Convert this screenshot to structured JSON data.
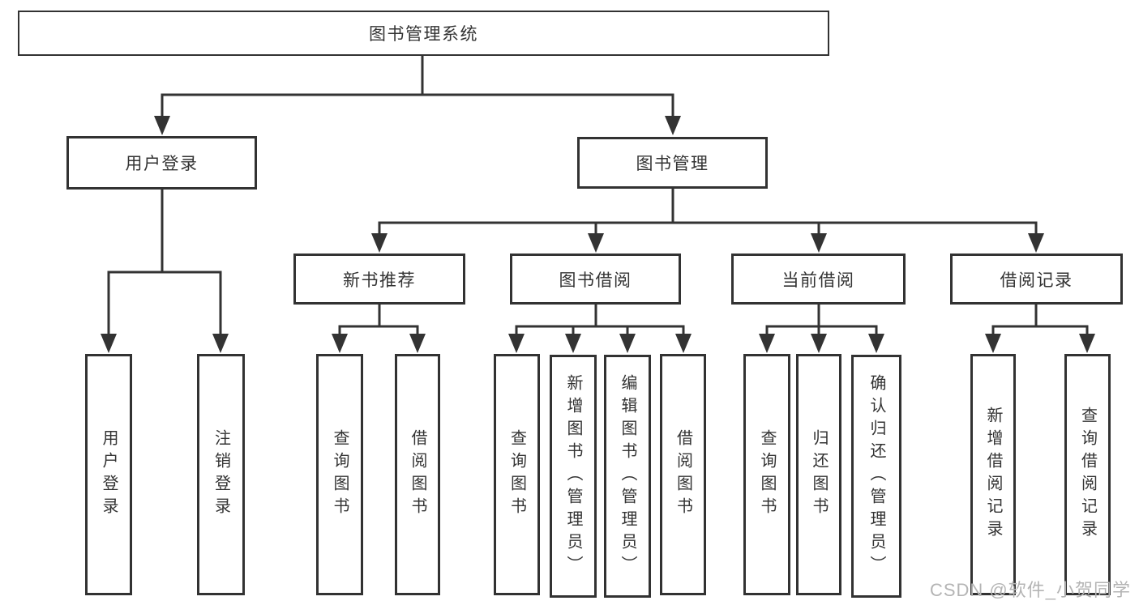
{
  "diagram_title": "图书管理系统",
  "tree": {
    "label": "图书管理系统",
    "children": [
      {
        "label": "用户登录",
        "children": [
          {
            "label": "用户登录"
          },
          {
            "label": "注销登录"
          }
        ]
      },
      {
        "label": "图书管理",
        "children": [
          {
            "label": "新书推荐",
            "children": [
              {
                "label": "查询图书"
              },
              {
                "label": "借阅图书"
              }
            ]
          },
          {
            "label": "图书借阅",
            "children": [
              {
                "label": "查询图书"
              },
              {
                "label": "新增图书（管理员）"
              },
              {
                "label": "编辑图书（管理员）"
              },
              {
                "label": "借阅图书"
              }
            ]
          },
          {
            "label": "当前借阅",
            "children": [
              {
                "label": "查询图书"
              },
              {
                "label": "归还图书"
              },
              {
                "label": "确认归还（管理员）"
              }
            ]
          },
          {
            "label": "借阅记录",
            "children": [
              {
                "label": "新增借阅记录"
              },
              {
                "label": "查询借阅记录"
              }
            ]
          }
        ]
      }
    ]
  },
  "watermark": "CSDN @软件_小贺同学",
  "colors": {
    "background": "#ffffff",
    "box_border": "#323232",
    "line": "#333333",
    "text": "#333333",
    "watermark_text": "#b4b4b4"
  }
}
